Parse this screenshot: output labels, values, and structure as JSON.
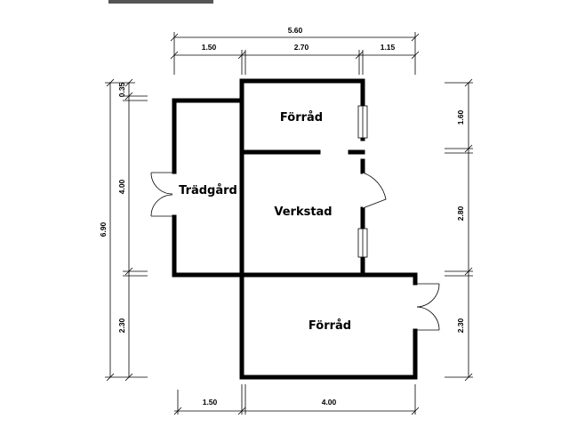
{
  "rooms": {
    "forrad_top": "Förråd",
    "tradgard": "Trädgård",
    "verkstad": "Verkstad",
    "forrad_bottom": "Förråd"
  },
  "dimensions": {
    "top_total": "5.60",
    "top_left": "1.50",
    "top_mid": "2.70",
    "top_right": "1.15",
    "bottom_left": "1.50",
    "bottom_right": "4.00",
    "left_total": "6.90",
    "left_top": "0.35",
    "left_mid": "4.00",
    "left_bottom": "2.30",
    "right_top": "1.60",
    "right_mid": "2.80",
    "right_bottom": "2.30"
  }
}
